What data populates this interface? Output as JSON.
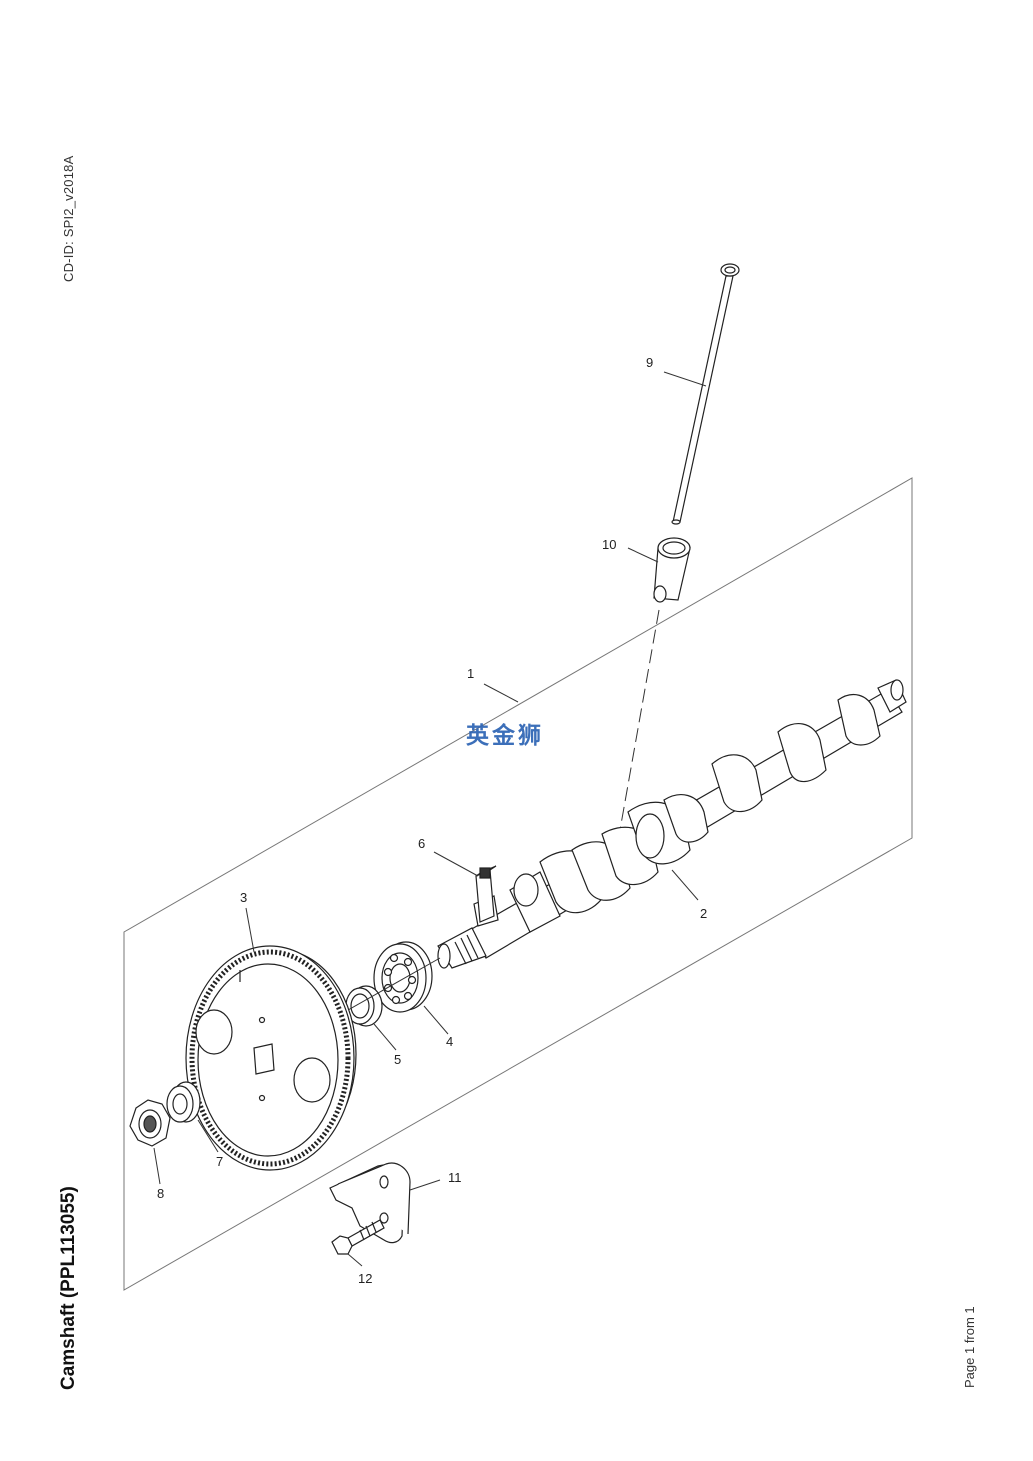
{
  "header": {
    "cd_id": "CD-ID: SPI2_v2018A"
  },
  "footer": {
    "title": "Camshaft (PPL113055)",
    "page_indicator": "Page 1 from 1"
  },
  "watermark": {
    "text": "英金狮",
    "color": "#2c63b4"
  },
  "callouts": [
    "1",
    "2",
    "3",
    "4",
    "5",
    "6",
    "7",
    "8",
    "9",
    "10",
    "11",
    "12"
  ]
}
